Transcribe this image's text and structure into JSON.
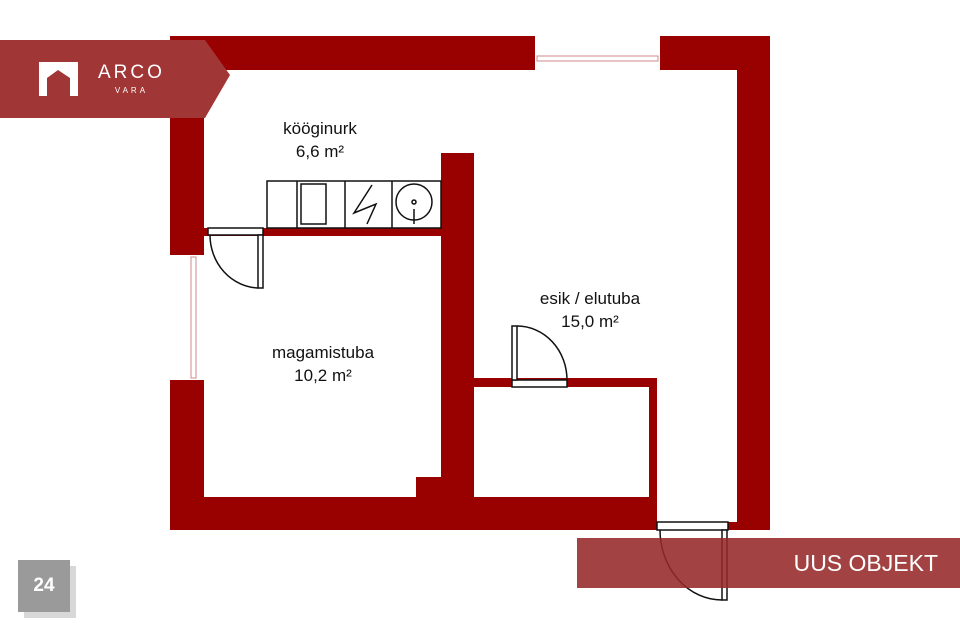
{
  "brand": {
    "name": "ARCO",
    "sub": "VARA"
  },
  "rooms": [
    {
      "name": "kööginurk",
      "area": "6,6 m²"
    },
    {
      "name": "magamistuba",
      "area": "10,2 m²"
    },
    {
      "name": "esik / elutuba",
      "area": "15,0 m²"
    }
  ],
  "banner": "UUS OBJEKT",
  "page_badge": "24",
  "colors": {
    "wall": "#990000",
    "banner": "#a04545"
  }
}
